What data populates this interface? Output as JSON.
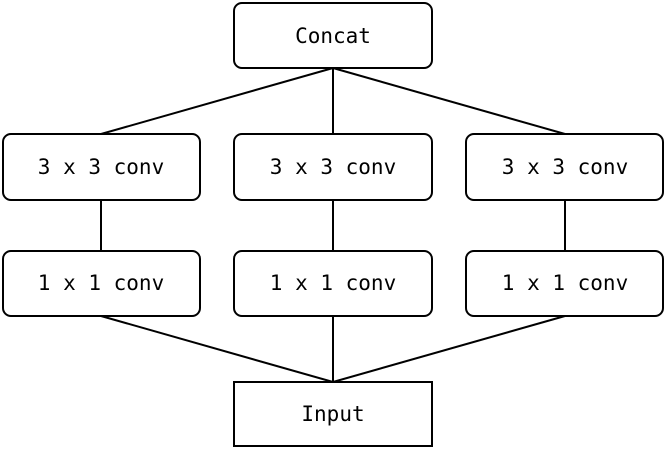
{
  "diagram": {
    "nodes": {
      "concat": "Concat",
      "conv3_left": "3 x 3 conv",
      "conv3_center": "3 x 3 conv",
      "conv3_right": "3 x 3 conv",
      "conv1_left": "1 x 1 conv",
      "conv1_center": "1 x 1 conv",
      "conv1_right": "1 x 1 conv",
      "input": "Input"
    },
    "edges": [
      [
        "input",
        "conv1_left"
      ],
      [
        "input",
        "conv1_center"
      ],
      [
        "input",
        "conv1_right"
      ],
      [
        "conv1_left",
        "conv3_left"
      ],
      [
        "conv1_center",
        "conv3_center"
      ],
      [
        "conv1_right",
        "conv3_right"
      ],
      [
        "conv3_left",
        "concat"
      ],
      [
        "conv3_center",
        "concat"
      ],
      [
        "conv3_right",
        "concat"
      ]
    ]
  }
}
